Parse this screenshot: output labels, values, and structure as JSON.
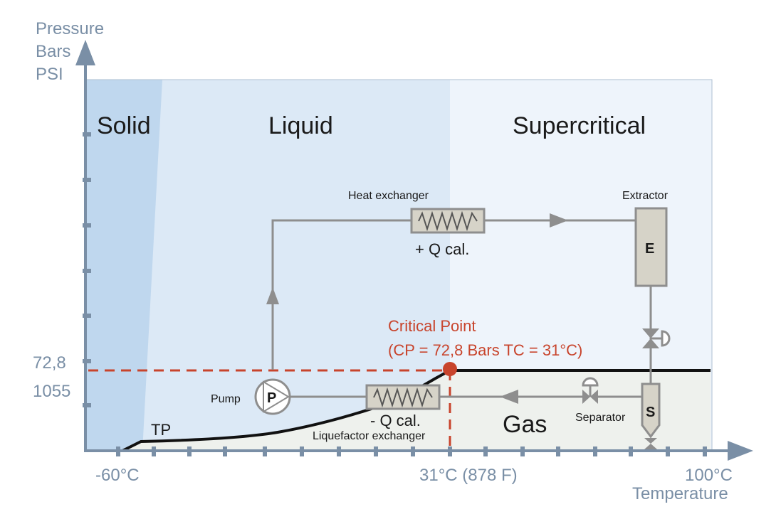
{
  "axes": {
    "y_title_lines": [
      "Pressure",
      "Bars",
      "PSI"
    ],
    "y_tick_values": [
      "72,8",
      "1055"
    ],
    "x_tick_left": "-60°C",
    "x_tick_mid": "31°C (878 F)",
    "x_tick_right": "100°C",
    "x_title": "Temperature"
  },
  "regions": {
    "solid": "Solid",
    "liquid": "Liquid",
    "supercritical": "Supercritical",
    "gas": "Gas"
  },
  "points": {
    "triple_point": "TP",
    "critical_point_title": "Critical Point",
    "critical_point_detail": "(CP = 72,8 Bars TC = 31°C)"
  },
  "components": {
    "heat_exchanger_label": "Heat exchanger",
    "heat_exchanger_caption": "+ Q cal.",
    "extractor_label": "Extractor",
    "extractor_letter": "E",
    "pump_label": "Pump",
    "pump_letter": "P",
    "liquefactor_label": "Liquefactor exchanger",
    "liquefactor_caption": "- Q cal.",
    "separator_label": "Separator",
    "separator_letter": "S"
  },
  "colors": {
    "solid_region": "#bfd7ee",
    "liquid_region": "#dce9f6",
    "supercritical_region": "#eef4fb",
    "gas_region": "#eef1ed",
    "axis": "#7a8fa6",
    "pipe": "#8e8e8e",
    "component_fill": "#d6d3c8",
    "critical_point": "#c8442c"
  }
}
